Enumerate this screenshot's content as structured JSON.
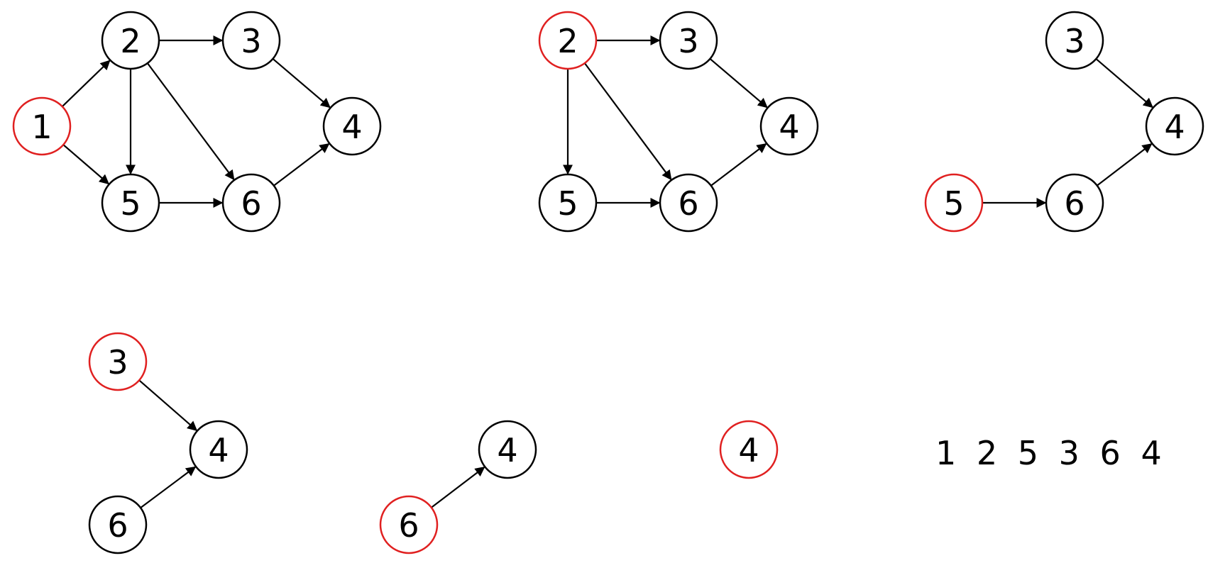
{
  "colors": {
    "highlight": "#e02020",
    "normal": "#000000",
    "edge": "#000000"
  },
  "panels": [
    {
      "id": "step-1",
      "nodes": [
        {
          "id": "1",
          "label": "1",
          "highlighted": true
        },
        {
          "id": "2",
          "label": "2",
          "highlighted": false
        },
        {
          "id": "3",
          "label": "3",
          "highlighted": false
        },
        {
          "id": "4",
          "label": "4",
          "highlighted": false
        },
        {
          "id": "5",
          "label": "5",
          "highlighted": false
        },
        {
          "id": "6",
          "label": "6",
          "highlighted": false
        }
      ],
      "edges": [
        [
          "1",
          "2"
        ],
        [
          "1",
          "5"
        ],
        [
          "2",
          "3"
        ],
        [
          "2",
          "5"
        ],
        [
          "2",
          "6"
        ],
        [
          "3",
          "4"
        ],
        [
          "5",
          "6"
        ],
        [
          "6",
          "4"
        ]
      ]
    },
    {
      "id": "step-2",
      "nodes": [
        {
          "id": "2",
          "label": "2",
          "highlighted": true
        },
        {
          "id": "3",
          "label": "3",
          "highlighted": false
        },
        {
          "id": "4",
          "label": "4",
          "highlighted": false
        },
        {
          "id": "5",
          "label": "5",
          "highlighted": false
        },
        {
          "id": "6",
          "label": "6",
          "highlighted": false
        }
      ],
      "edges": [
        [
          "2",
          "3"
        ],
        [
          "2",
          "5"
        ],
        [
          "2",
          "6"
        ],
        [
          "3",
          "4"
        ],
        [
          "5",
          "6"
        ],
        [
          "6",
          "4"
        ]
      ]
    },
    {
      "id": "step-3",
      "nodes": [
        {
          "id": "3",
          "label": "3",
          "highlighted": false
        },
        {
          "id": "4",
          "label": "4",
          "highlighted": false
        },
        {
          "id": "5",
          "label": "5",
          "highlighted": true
        },
        {
          "id": "6",
          "label": "6",
          "highlighted": false
        }
      ],
      "edges": [
        [
          "3",
          "4"
        ],
        [
          "5",
          "6"
        ],
        [
          "6",
          "4"
        ]
      ]
    },
    {
      "id": "step-4",
      "nodes": [
        {
          "id": "3",
          "label": "3",
          "highlighted": true
        },
        {
          "id": "4",
          "label": "4",
          "highlighted": false
        },
        {
          "id": "6",
          "label": "6",
          "highlighted": false
        }
      ],
      "edges": [
        [
          "3",
          "4"
        ],
        [
          "6",
          "4"
        ]
      ]
    },
    {
      "id": "step-5",
      "nodes": [
        {
          "id": "4",
          "label": "4",
          "highlighted": false
        },
        {
          "id": "6",
          "label": "6",
          "highlighted": true
        }
      ],
      "edges": [
        [
          "6",
          "4"
        ]
      ]
    },
    {
      "id": "step-6",
      "nodes": [
        {
          "id": "4",
          "label": "4",
          "highlighted": true
        }
      ],
      "edges": []
    }
  ],
  "result": {
    "order_text": "1 2 5 3 6 4"
  }
}
